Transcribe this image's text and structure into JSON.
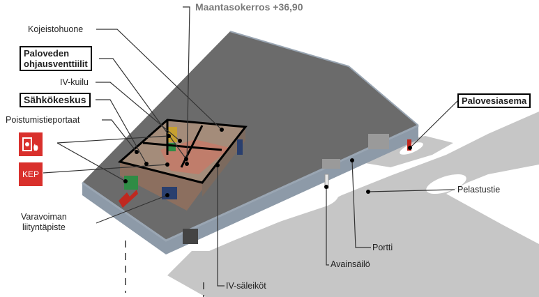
{
  "title": "Maantasokerros +36,90",
  "labels": {
    "kojeistohuone": "Kojeistohuone",
    "paloveden_1": "Paloveden",
    "paloveden_2": "ohjausventtiilit",
    "ivkuilu": "IV-kuilu",
    "sahkokeskus": "Sähkökeskus",
    "poistumistieportaat": "Poistumistieportaat",
    "varavoima_1": "Varavoiman",
    "varavoima_2": "liityntäpiste",
    "palovesiasema": "Palovesiasema",
    "pelastustie": "Pelastustie",
    "portti": "Portti",
    "avainsailo": "Avainsäilö",
    "ivsaleikot": "IV-säleiköt"
  },
  "icons": {
    "fire_alarm": "fire-alarm-button-icon",
    "kep_text": "KEP"
  },
  "colors": {
    "building_top": "#6b6b6b",
    "building_edge": "#8d9aa8",
    "road": "#c6c6c6",
    "sign_red": "#d9302c"
  }
}
